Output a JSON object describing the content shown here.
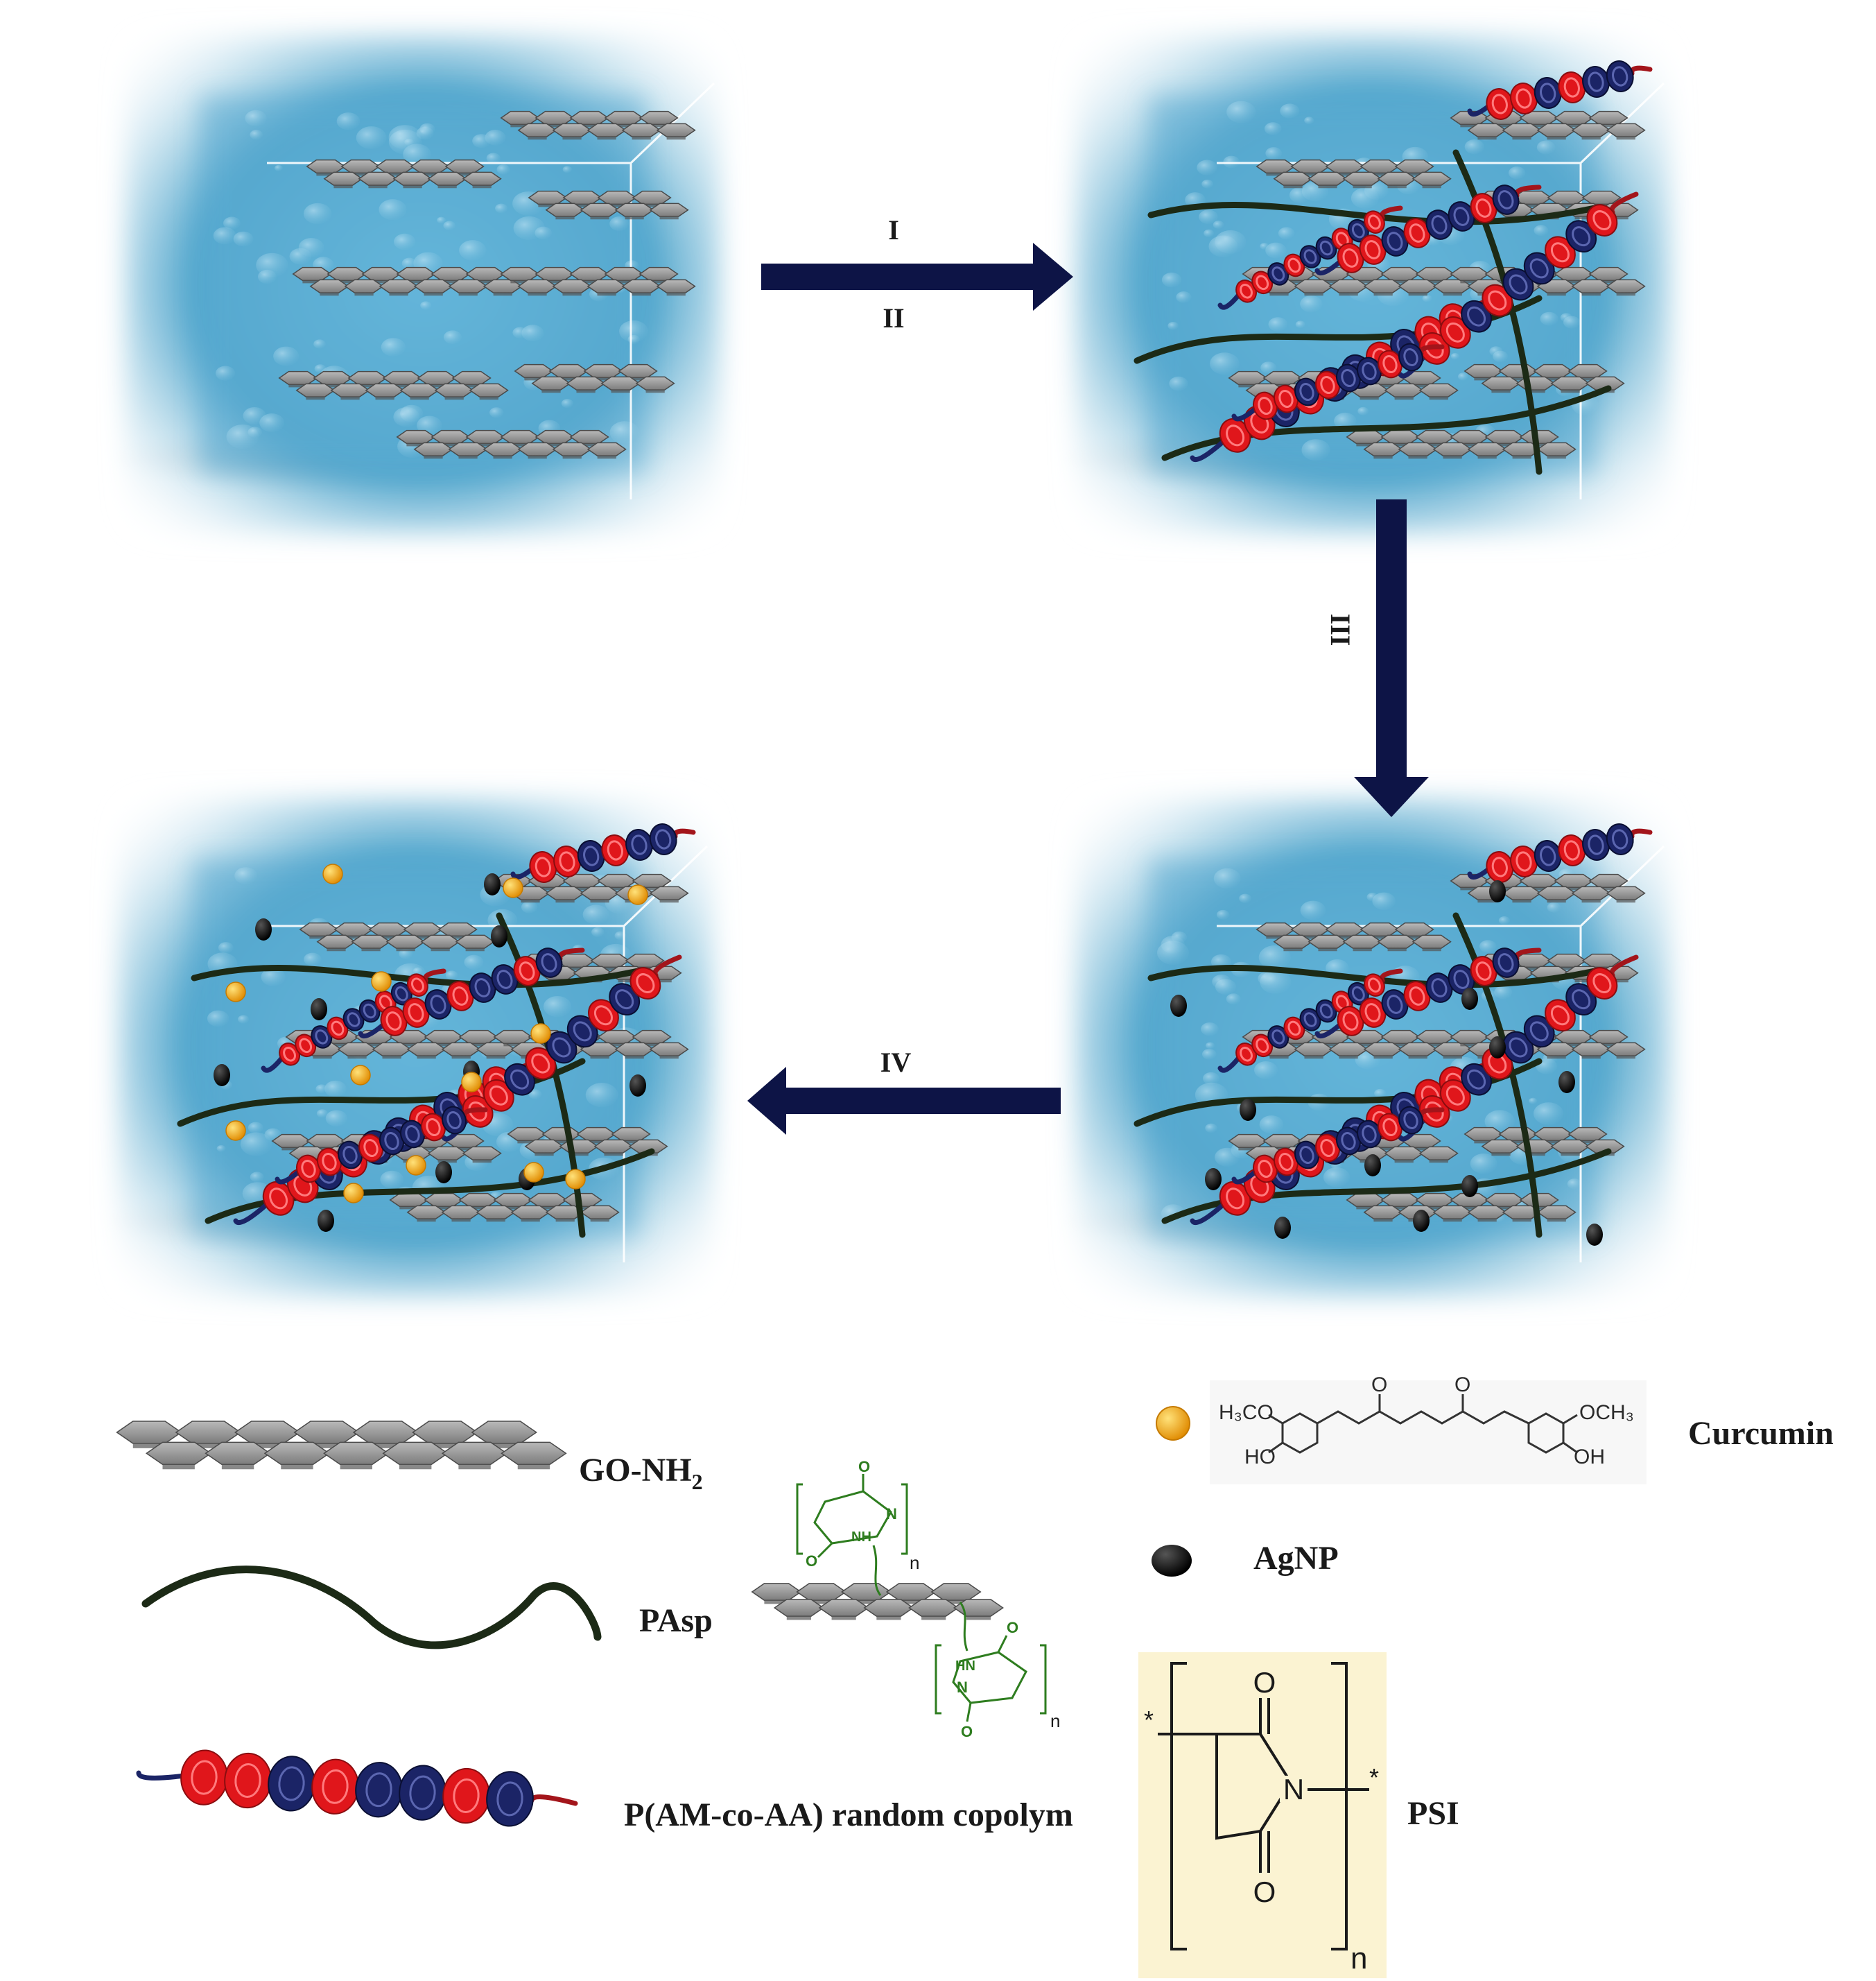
{
  "steps": {
    "step1": "I",
    "step2": "II",
    "step3": "III",
    "step4": "IV"
  },
  "legend": {
    "go_nh2": "GO-NH",
    "go_nh2_sub": "2",
    "pasp": "PAsp",
    "copolymer": "P(AM-co-AA) random copolym",
    "curcumin": "Curcumin",
    "agnp": "AgNP",
    "psi": "PSI"
  },
  "curcumin_structure": {
    "left_top": "H₃CO",
    "left_bottom": "HO",
    "right_top": "OCH₃",
    "right_bottom": "OH",
    "ketone": "O"
  },
  "psi_structure": {
    "oxygen": "O",
    "nitrogen": "N",
    "star": "*",
    "repeat": "n"
  },
  "graft_structure": {
    "nh": "NH",
    "hn": "HN",
    "n_top": "N",
    "n_bottom": "N",
    "o": "O",
    "repeat": "n"
  },
  "colors": {
    "arrow": "#0d1446",
    "cube_water": "#5fb1d6",
    "graphene": "#8a8a8a",
    "pasp_chain": "#1c2a16",
    "bead_red": "#e0161b",
    "bead_blue": "#1b2466",
    "curcumin": "#f2a612",
    "agnp": "#0c0c0c",
    "psi_bg": "#fbf3d2",
    "chem_green": "#2e7d1f"
  }
}
